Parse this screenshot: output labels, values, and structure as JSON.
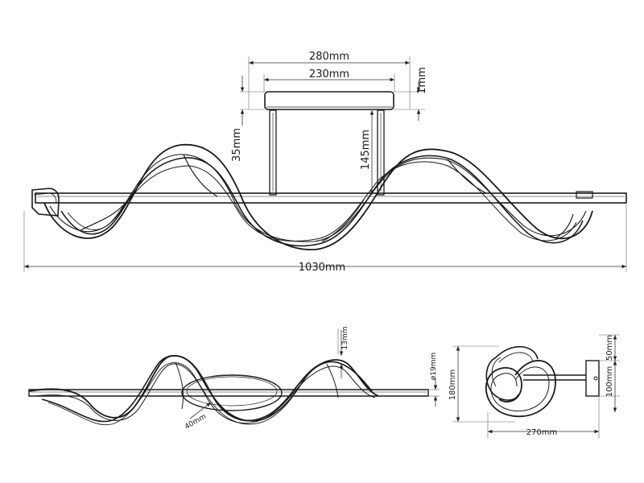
{
  "dimensions": {
    "top_width": "280mm",
    "top_inner_width": "230mm",
    "plate_thickness": "1mm",
    "plate_height": "35mm",
    "rod_length": "145mm",
    "overall_length": "1030mm",
    "strip_height": "13mm",
    "bar_diameter": "ø19mm",
    "canopy_offset": "40mm",
    "side_height": "180mm",
    "side_upper": "50mm",
    "side_lower": "100mm",
    "side_width": "270mm"
  }
}
